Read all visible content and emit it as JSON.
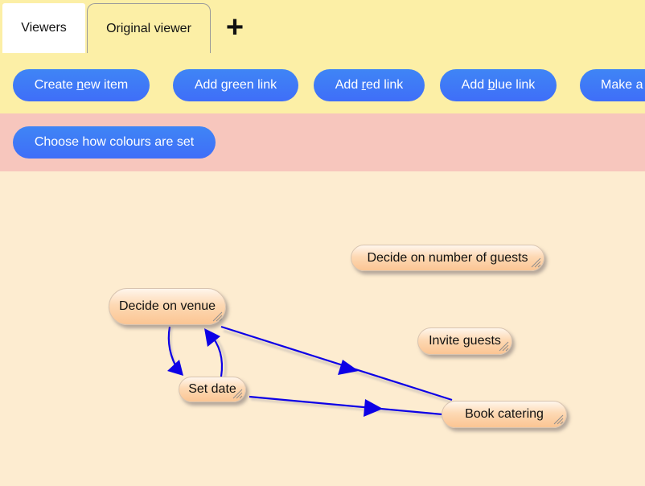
{
  "tabs": {
    "viewers_label": "Viewers",
    "original_label": "Original viewer",
    "add_label": "+"
  },
  "toolbar": {
    "create_prefix": "Create ",
    "create_underlined": "n",
    "create_suffix": "ew item",
    "green_label": "Add green link",
    "red_prefix": "Add ",
    "red_underlined": "r",
    "red_suffix": "ed link",
    "blue_prefix": "Add ",
    "blue_underlined": "b",
    "blue_suffix": "lue link",
    "make_label": "Make a"
  },
  "colourbar": {
    "choose_label": "Choose how colours are set"
  },
  "nodes": {
    "venue": "Decide on venue",
    "guests_number": "Decide on number of guests",
    "invite": "Invite guests",
    "set_date": "Set date",
    "catering": "Book catering"
  },
  "colors": {
    "tabbar": "#fcefa6",
    "colourbar": "#f7c6bd",
    "canvas": "#fdecd0",
    "button": "#3f75f6",
    "link": "#0d00e6"
  }
}
